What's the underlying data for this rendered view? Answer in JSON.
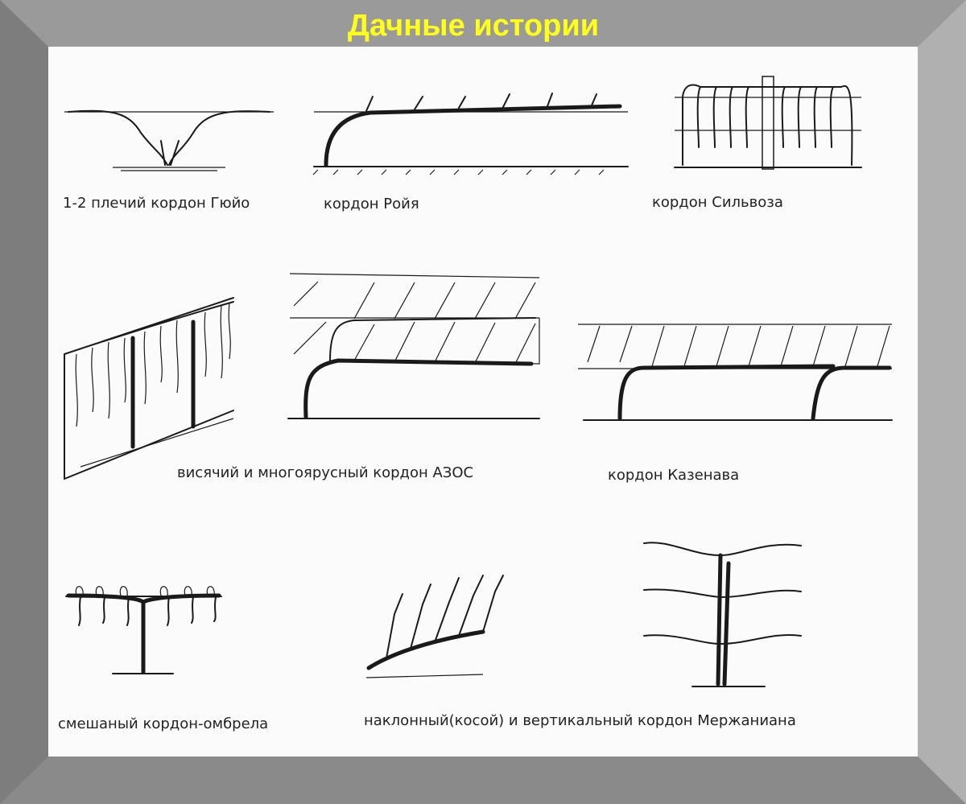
{
  "header": {
    "title": "Дачные истории"
  },
  "diagrams": [
    {
      "label": "1-2 плечий кордон Гюйо"
    },
    {
      "label": "кордон Ройя"
    },
    {
      "label": "кордон Сильвоза"
    },
    {
      "label": "висячий и многоярусный кордон АЗОС"
    },
    {
      "label": "кордон Казенава"
    },
    {
      "label": "смешаный кордон-омбрела"
    },
    {
      "label": "наклонный(косой) и вертикальный кордон Мержаниана"
    }
  ]
}
